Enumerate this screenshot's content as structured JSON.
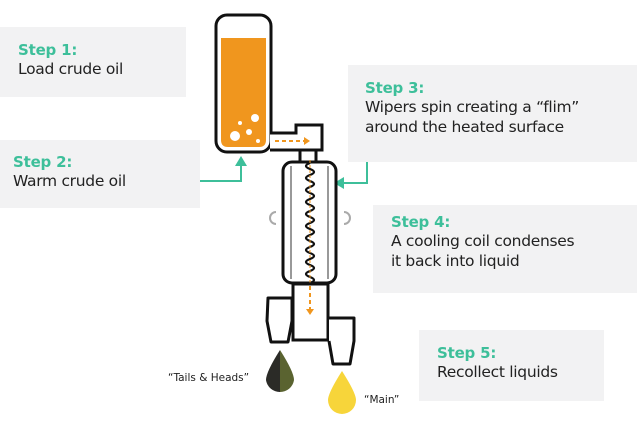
{
  "steps": [
    {
      "title": "Step 1:",
      "text": "Load crude oil"
    },
    {
      "title": "Step 2:",
      "text": "Warm crude oil"
    },
    {
      "title": "Step 3:",
      "text": "Wipers spin creating a “flim”",
      "text2": "around the heated surface"
    },
    {
      "title": "Step 4:",
      "text": "A cooling coil condenses",
      "text2": "it back into liquid"
    },
    {
      "title": "Step 5:",
      "text": "Recollect liquids"
    }
  ],
  "outputs": {
    "tails": "“Tails & Heads”",
    "main": "“Main”"
  },
  "colors": {
    "accent": "#3dbf9a",
    "oil": "#f0961e",
    "tails_dark": "#2b2b27",
    "tails_olive": "#5a6330",
    "main": "#f7d53a",
    "box": "#f2f2f3"
  }
}
